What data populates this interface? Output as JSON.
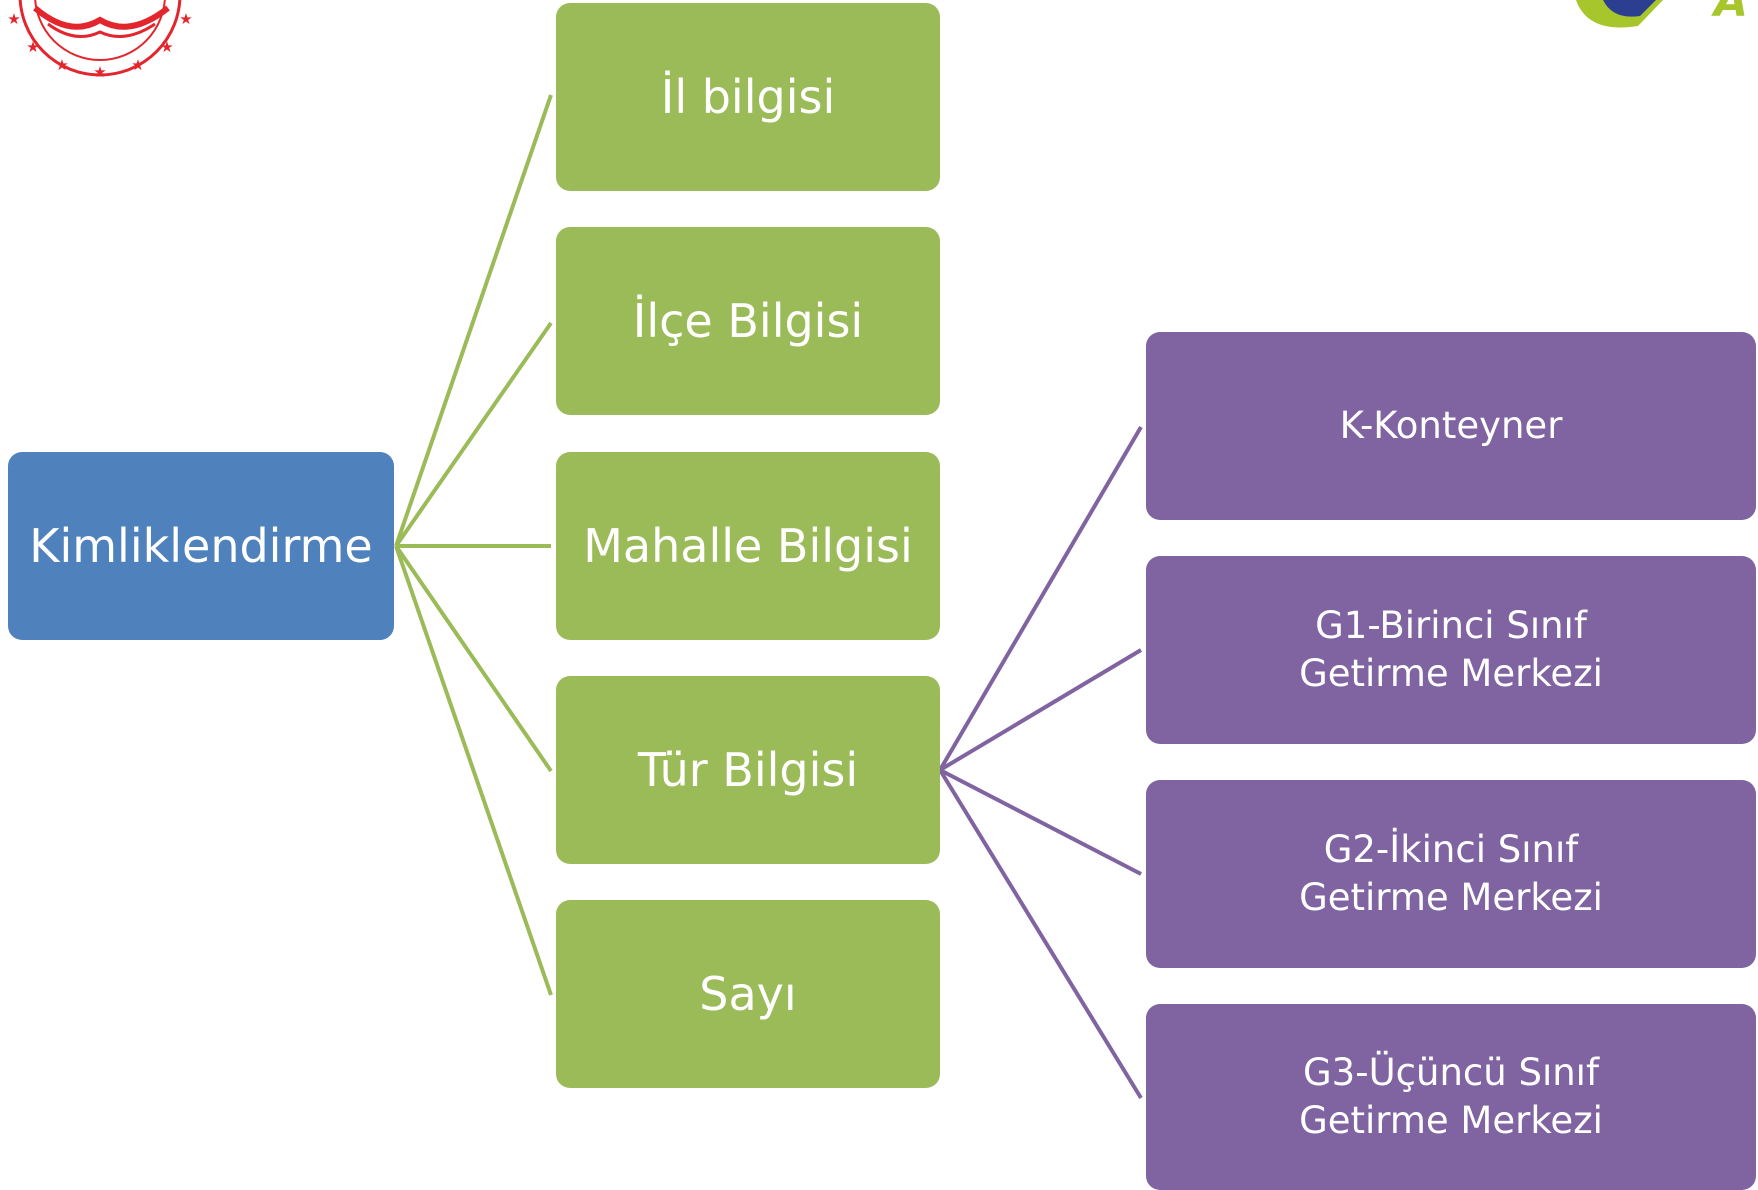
{
  "diagram": {
    "root": {
      "label": "Kimliklendirme"
    },
    "level1": [
      {
        "label": "İl bilgisi"
      },
      {
        "label": "İlçe Bilgisi"
      },
      {
        "label": "Mahalle Bilgisi"
      },
      {
        "label": "Tür Bilgisi"
      },
      {
        "label": "Sayı"
      }
    ],
    "level2": [
      {
        "label": "K-Konteyner"
      },
      {
        "label": "G1-Birinci Sınıf Getirme Merkezi"
      },
      {
        "label": "G2-İkinci Sınıf Getirme Merkezi"
      },
      {
        "label": "G3-Üçüncü Sınıf Getirme Merkezi"
      }
    ]
  },
  "logos": {
    "right_letter": "A"
  },
  "colors": {
    "root": "#4f81bd",
    "level1": "#9bbb59",
    "level2": "#8064a2",
    "seal": "#e3262d",
    "logo_green": "#a6c62c",
    "logo_blue": "#2c3e8f"
  }
}
